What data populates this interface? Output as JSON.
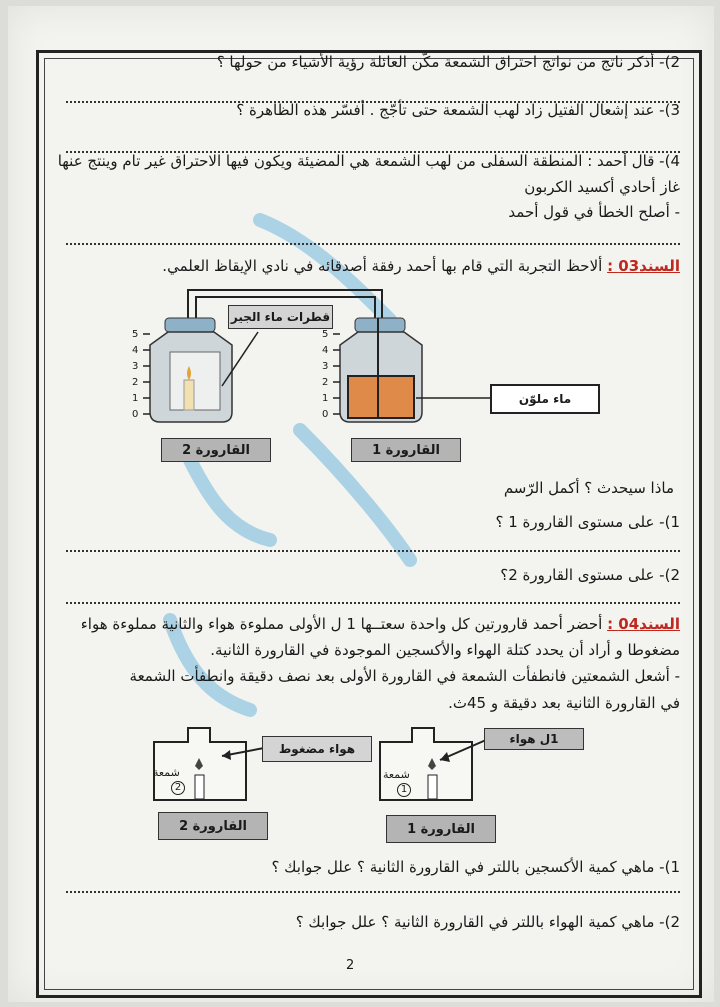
{
  "q2_candle": "2)- أذكر ناتج من نواتج احتراق الشمعة مكّن العائلة   رؤية الأشياء من حولها ؟",
  "q3_candle": "3)- عند إشعال الفتيل زاد لهب الشمعة حتى تأجّج . أفسّر هذه الظاهرة ؟",
  "q4_line1": "4)- قال أحمد : المنطقة السفلى من لهب الشمعة هي المضيئة ويكون فيها الاحتراق غير تام وينتج عنها",
  "q4_line2": "غاز أحادي أكسيد الكربون",
  "q4_line3": "- أصلح الخطأ في قول أحمد",
  "sanad03_label": "السند03 :",
  "sanad03_text": " ألاحظ التجربة التي قام بها أحمد رفقة أصدقائه في نادي الإيقاظ العلمي.",
  "diagram1": {
    "limewater_label": "قطرات ماء الجير",
    "colored_water_label": "ماء ملوّن",
    "bottle2_caption": "القارورة 2",
    "bottle1_caption": "القارورة 1",
    "scale_ticks": [
      "5",
      "4",
      "3",
      "2",
      "1",
      "0"
    ]
  },
  "what_happens": "ماذا سيحدث ؟ أكمل الرّسم",
  "q1_level": "1)- على مستوى القارورة 1 ؟",
  "q2_level": "2)- على مستوى القارورة 2؟",
  "sanad04_label": "السند04 :",
  "sanad04_line1": " أحضر أحمد قارورتين كل واحدة  سعتــها  1 ل الأولى مملوءة هواء والثانية مملوءة هواء",
  "sanad04_line2": "مضغوطا  و أراد أن يحدد كتلة الهواء  والأكسجين الموجودة في القارورة الثانية.",
  "sanad04_line3": "- أشعل الشمعتين فانطفأت الشمعة في القارورة الأولى بعد نصف دقيقة وانطفأت الشمعة",
  "sanad04_line4": "في القارورة الثانية بعد دقيقة و 45ث.",
  "diagram2": {
    "compressed_air_label": "هواء مضغوط",
    "air_label": "1ل هواء",
    "candle_label": "شمعة",
    "bottle2_caption": "القارورة 2",
    "bottle1_caption": "القارورة 1",
    "num_2": "2",
    "num_1": "1"
  },
  "q_oxygen": "1)- ماهي كمية الأكسجين باللتر في القارورة الثانية ؟ علل جوابك ؟",
  "q_air": "2)- ماهي كمية الهواء  باللتر في القارورة الثانية ؟ علل جوابك ؟",
  "page_number": "2",
  "colors": {
    "accent_red": "#c0281e",
    "watermark_blue": "#6fb8dc",
    "liquid_orange": "#e08a4a"
  }
}
